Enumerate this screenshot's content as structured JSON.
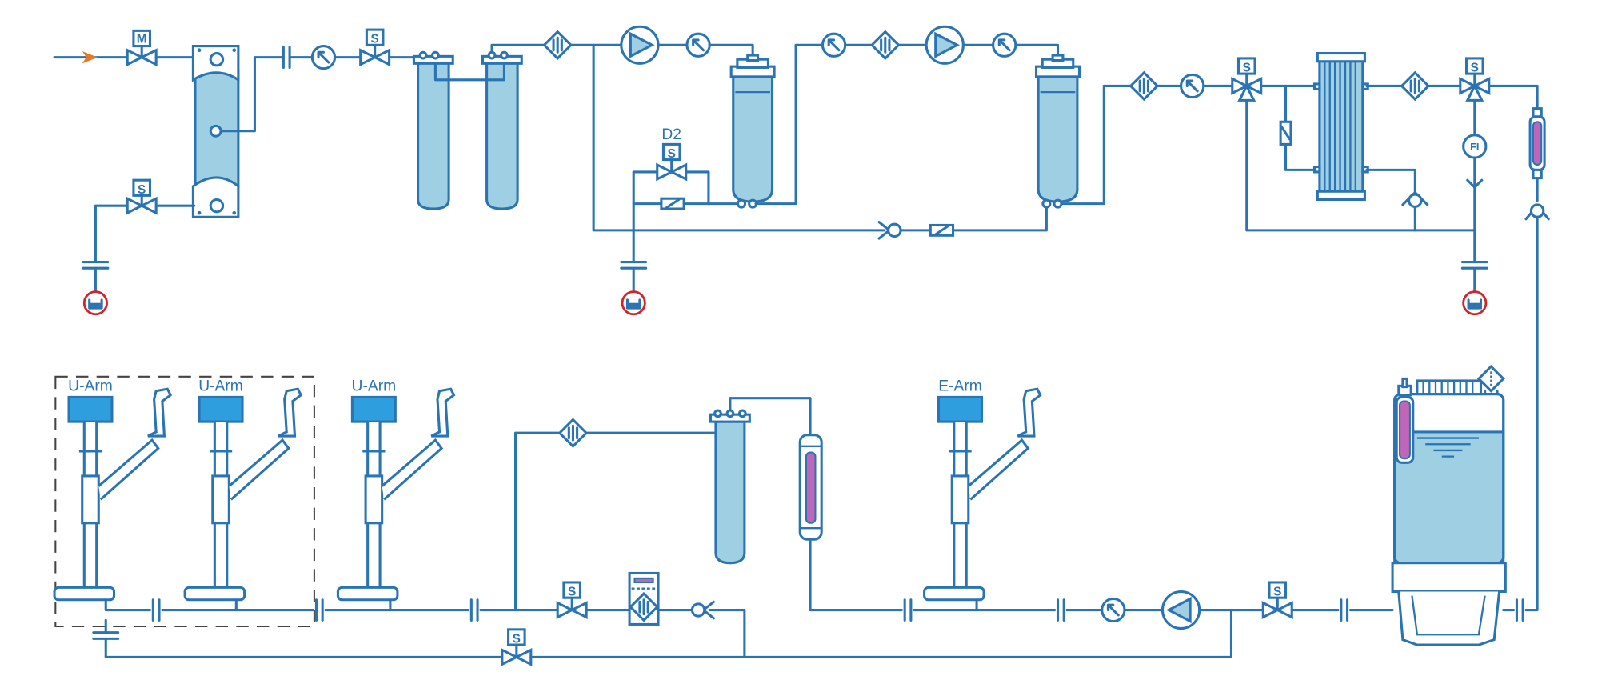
{
  "labels": {
    "motor_valve": "M",
    "solenoid": "S",
    "valve_d2": "D2",
    "flow_indicator": "FI",
    "u_arm_1": "U-Arm",
    "u_arm_2": "U-Arm",
    "u_arm_3": "U-Arm",
    "e_arm": "E-Arm"
  },
  "colors": {
    "line": "#2a74b4",
    "vessel_fill": "#9fcfe2",
    "dispenser_fill": "#2f9ede",
    "uv_lamp": "#c066b8",
    "inlet_arrow": "#e87722",
    "drain_ring": "#d6232a"
  }
}
